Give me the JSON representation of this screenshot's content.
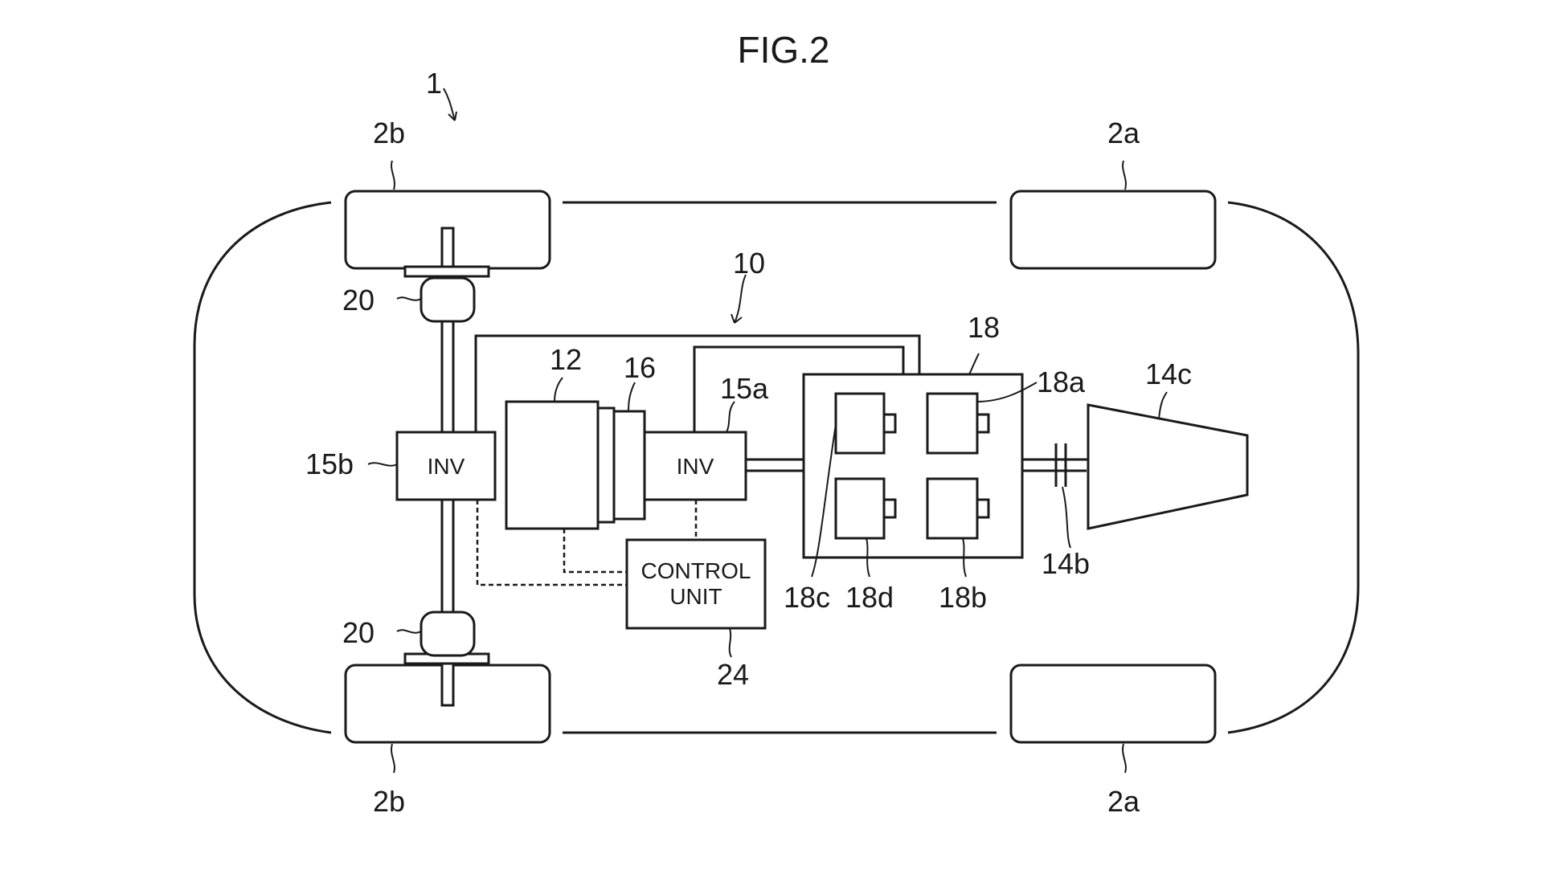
{
  "figure": {
    "title": "FIG.2"
  },
  "labels": {
    "vehicle": "1",
    "system": "10",
    "motor": "12",
    "engine_transmission": "14b",
    "engine": "14c",
    "inverter_front": "15a",
    "inverter_rear": "15b",
    "reducer": "16",
    "battery_pack": "18",
    "cell_a": "18a",
    "cell_b": "18b",
    "cell_c": "18c",
    "cell_d": "18d",
    "damper_top": "20",
    "damper_bottom": "20",
    "control_unit_ref": "24",
    "wheel_rear_left": "2b",
    "wheel_rear_right": "2b",
    "wheel_front_left": "2a",
    "wheel_front_right": "2a"
  },
  "blocks": {
    "inv_left": "INV",
    "inv_right": "INV",
    "control_line1": "CONTROL",
    "control_line2": "UNIT"
  }
}
